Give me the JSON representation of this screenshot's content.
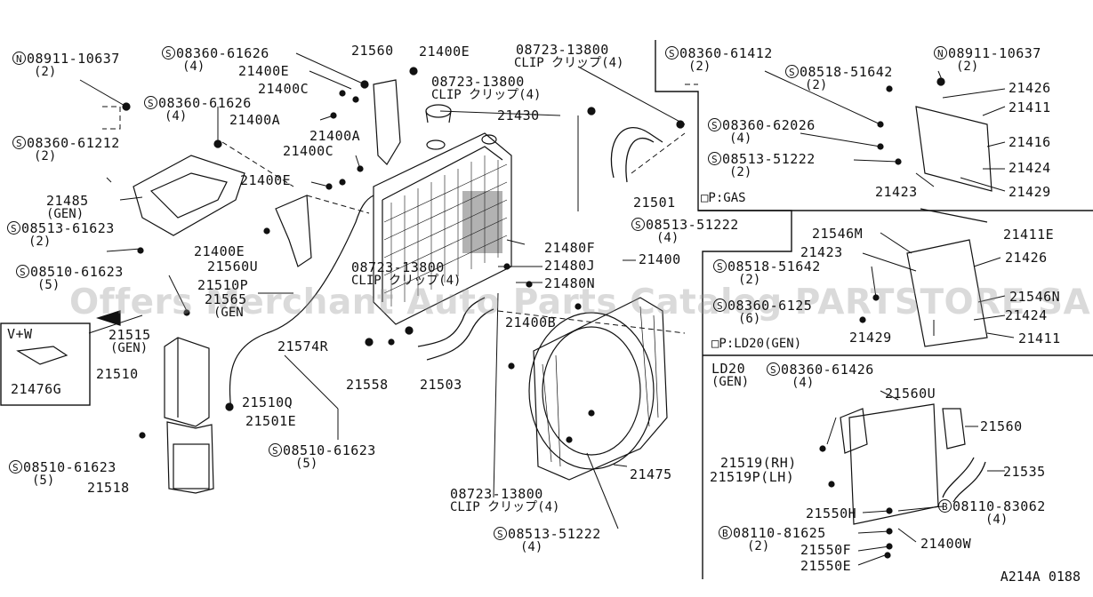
{
  "colors": {
    "ink": "#111111",
    "watermark": "#969696",
    "background": "#ffffff"
  },
  "watermark": "Offers Merchant Auto Parts Catalog PARTSTORE SA",
  "diagram_code": "A214A 0188",
  "labels": {
    "n_08911_10637_a": {
      "prefix": "N",
      "text": "08911-10637",
      "sub": "(2)"
    },
    "s_08360_61626_a": {
      "prefix": "S",
      "text": "08360-61626",
      "sub": "(4)"
    },
    "p21560_top": {
      "text": "21560"
    },
    "p21400e_top": {
      "text": "21400E"
    },
    "p21400e_2": {
      "text": "21400E"
    },
    "p21400c_1": {
      "text": "21400C"
    },
    "s_08360_61626_b": {
      "prefix": "S",
      "text": "08360-61626",
      "sub": "(4)"
    },
    "p21400a_1": {
      "text": "21400A"
    },
    "p21400a_2": {
      "text": "21400A"
    },
    "p21400c_2": {
      "text": "21400C"
    },
    "s_08360_61212": {
      "prefix": "S",
      "text": "08360-61212",
      "sub": "(2)"
    },
    "p21400e_3": {
      "text": "21400E"
    },
    "p21485": {
      "text": "21485",
      "sub": "(GEN)"
    },
    "s_08513_61623": {
      "prefix": "S",
      "text": "08513-61623",
      "sub": "(2)"
    },
    "p21400e_4": {
      "text": "21400E"
    },
    "p21560u": {
      "text": "21560U"
    },
    "s_08510_61623_a": {
      "prefix": "S",
      "text": "08510-61623",
      "sub": "(5)"
    },
    "p21510p": {
      "text": "21510P"
    },
    "p21565": {
      "text": "21565"
    },
    "gen_1": {
      "text": "(GEN"
    },
    "p21515": {
      "text": "21515",
      "sub": "(GEN)"
    },
    "p21510": {
      "text": "21510"
    },
    "p21574r": {
      "text": "21574R"
    },
    "p21558": {
      "text": "21558"
    },
    "p21503": {
      "text": "21503"
    },
    "p21510q": {
      "text": "21510Q"
    },
    "p21501e": {
      "text": "21501E"
    },
    "s_08510_61623_b": {
      "prefix": "S",
      "text": "08510-61623",
      "sub": "(5)"
    },
    "s_08510_61623_c": {
      "prefix": "S",
      "text": "08510-61623",
      "sub": "(5)"
    },
    "p21518": {
      "text": "21518"
    },
    "vw_title": {
      "text": "V+W"
    },
    "p21476g": {
      "text": "21476G"
    },
    "clip_08723_a": {
      "text": "08723-13800",
      "sub": "CLIP クリップ(4)"
    },
    "clip_08723_b": {
      "text": "08723-13800",
      "sub": "CLIP クリップ(4)"
    },
    "clip_08723_c": {
      "text": "08723-13800",
      "sub": "CLIP クリップ(4)"
    },
    "clip_08723_d": {
      "text": "08723-13800",
      "sub": "CLIP クリップ(4)"
    },
    "p21430": {
      "text": "21430"
    },
    "p21501": {
      "text": "21501"
    },
    "s_08513_51222_a": {
      "prefix": "S",
      "text": "08513-51222",
      "sub": "(4)"
    },
    "p21480f": {
      "text": "21480F"
    },
    "p21480j": {
      "text": "21480J"
    },
    "p21480n": {
      "text": "21480N"
    },
    "p21400": {
      "text": "21400"
    },
    "p21400b": {
      "text": "21400B"
    },
    "p21475": {
      "text": "21475"
    },
    "s_08513_51222_b": {
      "prefix": "S",
      "text": "08513-51222",
      "sub": "(4)"
    },
    "s_08360_61412": {
      "prefix": "S",
      "text": "08360-61412",
      "sub": "(2)"
    },
    "n_08911_10637_b": {
      "prefix": "N",
      "text": "08911-10637",
      "sub": "(2)"
    },
    "s_08518_51642_a": {
      "prefix": "S",
      "text": "08518-51642",
      "sub": "(2)"
    },
    "p21426_a": {
      "text": "21426"
    },
    "p21411_a": {
      "text": "21411"
    },
    "s_08360_62026": {
      "prefix": "S",
      "text": "08360-62026",
      "sub": "(4)"
    },
    "p21416": {
      "text": "21416"
    },
    "s_08513_51222_c": {
      "prefix": "S",
      "text": "08513-51222",
      "sub": "(2)"
    },
    "p21424_a": {
      "text": "21424"
    },
    "p21423_a": {
      "text": "21423"
    },
    "p21429_a": {
      "text": "21429"
    },
    "gas_note": {
      "text": "□P:GAS"
    },
    "p21546m": {
      "text": "21546M"
    },
    "p21411e": {
      "text": "21411E"
    },
    "p21423_b": {
      "text": "21423"
    },
    "p21426_b": {
      "text": "21426"
    },
    "s_08518_51642_b": {
      "prefix": "S",
      "text": "08518-51642",
      "sub": "(2)"
    },
    "p21546n": {
      "text": "21546N"
    },
    "s_08360_6125": {
      "prefix": "S",
      "text": "08360-6125",
      "sub": "(6)"
    },
    "p21424_b": {
      "text": "21424"
    },
    "p21429_b": {
      "text": "21429"
    },
    "p21411_b": {
      "text": "21411"
    },
    "ld20_note": {
      "text": "□P:LD20(GEN)"
    },
    "ld20_title": {
      "text": "LD20",
      "sub": "(GEN)"
    },
    "s_08360_61426": {
      "prefix": "S",
      "text": "08360-61426",
      "sub": "(4)"
    },
    "p21560u_2": {
      "text": "21560U"
    },
    "p21560_2": {
      "text": "21560"
    },
    "p21519": {
      "text": "21519(RH)",
      "sub": "21519P(LH)"
    },
    "p21535": {
      "text": "21535"
    },
    "p21550h": {
      "text": "21550H"
    },
    "b_08110_83062": {
      "prefix": "B",
      "text": "08110-83062",
      "sub": "(4)"
    },
    "b_08110_81625": {
      "prefix": "B",
      "text": "08110-81625",
      "sub": "(2)"
    },
    "p21400w": {
      "text": "21400W"
    },
    "p21550f": {
      "text": "21550F"
    },
    "p21550e": {
      "text": "21550E"
    }
  }
}
